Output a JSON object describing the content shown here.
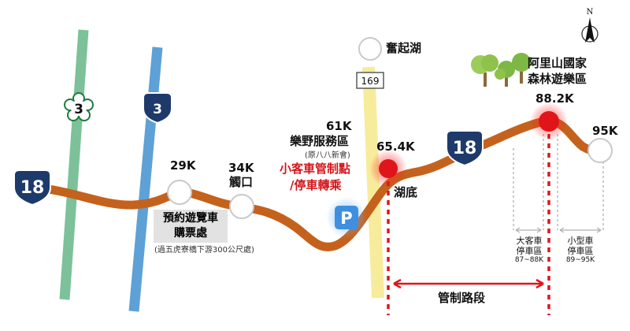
{
  "compass": {
    "label": "N"
  },
  "routes": {
    "hwy18_left": "18",
    "hwy18_right": "18",
    "prov3_green": "3",
    "prov3_blue": "3",
    "rd169": "169"
  },
  "places": {
    "fenqihu": "奮起湖",
    "park_line1": "阿里山國家",
    "park_line2": "森林遊樂區",
    "leye_km": "61K",
    "leye_name": "樂野服務區",
    "leye_sub": "(原八八新會)",
    "control_line1": "小客車管制點",
    "control_line2": "/停車轉乘",
    "hudi_km": "65.4K",
    "hudi_name": "湖底",
    "park_km": "88.2K",
    "end_km": "95K",
    "booking_km": "29K",
    "chukou_km": "34K",
    "chukou_name": "觸口",
    "booking_line1": "預約遊覽車",
    "booking_line2": "購票處",
    "booking_note": "(過五虎寮橋下游300公尺處)",
    "parking_symbol": "P"
  },
  "parking_zones": {
    "bus_line1": "大客車",
    "bus_line2": "停車區",
    "bus_range": "87~88K",
    "car_line1": "小型車",
    "car_line2": "停車區",
    "car_range": "89~95K"
  },
  "control_section": {
    "label": "管制路段"
  },
  "colors": {
    "road_orange": "#c4621d",
    "route_green": "#7cc199",
    "route_blue": "#5ea1d6",
    "road169_yellow": "#f7ec9c",
    "shield_navy": "#1d3a6a",
    "control_red": "#e0151b",
    "parking_blue": "#3f8fe0"
  },
  "icons": [
    "compass-icon",
    "tree-icon",
    "parking-icon",
    "highway-shield-icon",
    "red-marker-icon"
  ]
}
